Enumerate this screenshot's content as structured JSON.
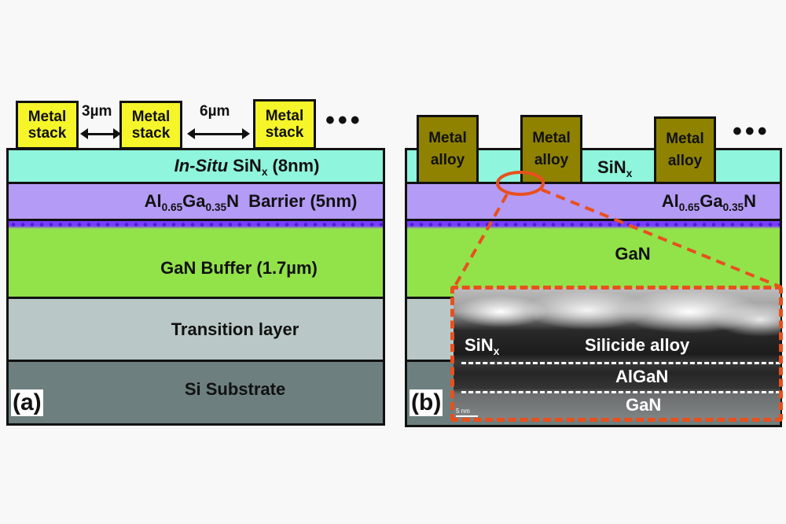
{
  "figure": {
    "panel_a": {
      "label": "(a)",
      "metal_stacks": [
        {
          "line1": "Metal",
          "line2": "stack"
        },
        {
          "line1": "Metal",
          "line2": "stack"
        },
        {
          "line1": "Metal",
          "line2": "stack"
        }
      ],
      "spacings": [
        "3µm",
        "6µm"
      ],
      "ellipsis": "•••",
      "layers": {
        "sinx": {
          "italic": "In-Situ",
          "main": " SiN",
          "sub": "x",
          "rest": " (8nm)",
          "color": "#8ff5dc"
        },
        "barrier": {
          "al": "Al",
          "al_sub": "0.65",
          "ga": "Ga",
          "ga_sub": "0.35",
          "rest": "N  Barrier (5nm)",
          "color": "#b49bf5"
        },
        "buffer": {
          "text": "GaN Buffer (1.7µm)",
          "color": "#92e24a"
        },
        "transition": {
          "text": "Transition layer",
          "color": "#b9c8c6"
        },
        "substrate": {
          "text": "Si Substrate",
          "color": "#6d7f7e"
        }
      }
    },
    "panel_b": {
      "label": "(b)",
      "metal_alloys": [
        {
          "line1": "Metal",
          "line2": "alloy"
        },
        {
          "line1": "Metal",
          "line2": "alloy"
        },
        {
          "line1": "Metal",
          "line2": "alloy"
        }
      ],
      "ellipsis": "•••",
      "layers": {
        "sinx": {
          "main": "SiN",
          "sub": "x",
          "color": "#8ff5dc"
        },
        "barrier": {
          "al": "Al",
          "al_sub": "0.65",
          "ga": "Ga",
          "ga_sub": "0.35",
          "rest": "N",
          "color": "#b49bf5"
        },
        "gan": {
          "text": "GaN",
          "color": "#92e24a"
        },
        "metal_color": "#8f8200"
      },
      "tem_inset": {
        "sinx": {
          "main": "SiN",
          "sub": "x"
        },
        "silicide": "Silicide alloy",
        "algan": "AlGaN",
        "gan": "GaN",
        "scale_bar": "5 nm",
        "highlight_color": "#e8501e"
      }
    }
  }
}
